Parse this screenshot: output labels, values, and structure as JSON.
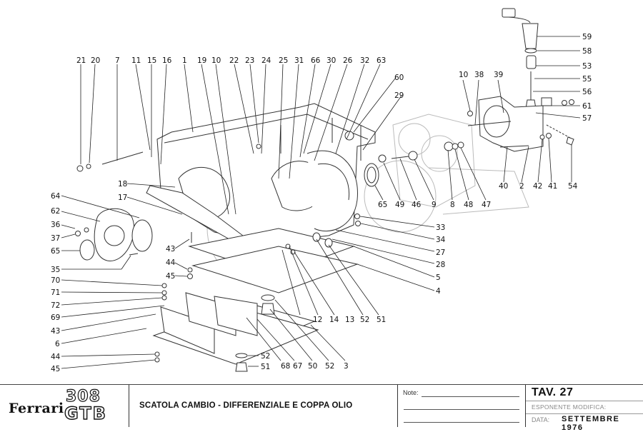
{
  "document": {
    "type": "parts catalog exploded view",
    "accent_color": "#111111"
  },
  "footer": {
    "brand": "Ferrari",
    "model_top": "308",
    "model_bottom": "GTB",
    "title": "SCATOLA CAMBIO - DIFFERENZIALE E COPPA OLIO",
    "notes_label": "Note:",
    "table_label": "TAV.  27",
    "esponente_label": "ESPONENTE  MODIFICA:",
    "data_label": "DATA:",
    "data_value": "SETTEMBRE 1976"
  },
  "callouts": {
    "top_row": [
      "21",
      "20",
      "7",
      "11",
      "15",
      "16",
      "1",
      "19",
      "10",
      "22",
      "23",
      "24",
      "25",
      "31",
      "66",
      "30",
      "26",
      "32",
      "63"
    ],
    "upper_right": [
      "60",
      "29"
    ],
    "speedo_column": [
      "59",
      "58",
      "53",
      "55",
      "56",
      "61",
      "57"
    ],
    "right_top": [
      "10",
      "38",
      "39"
    ],
    "right_bottom": [
      "40",
      "2",
      "42",
      "41",
      "54"
    ],
    "middle_bottom": [
      "65",
      "49",
      "46",
      "9",
      "8",
      "48",
      "47"
    ],
    "right_side": [
      "33",
      "34",
      "27",
      "28",
      "5",
      "4"
    ],
    "left_side": [
      "18",
      "17",
      "64",
      "62",
      "36",
      "37",
      "65",
      "35",
      "43",
      "44",
      "45",
      "70",
      "71",
      "72",
      "69",
      "43",
      "6",
      "44",
      "45"
    ],
    "center_bottom": [
      "12",
      "14",
      "13",
      "52",
      "51"
    ],
    "lower_bottom": [
      "52",
      "51",
      "68",
      "67",
      "50",
      "52",
      "3"
    ]
  }
}
